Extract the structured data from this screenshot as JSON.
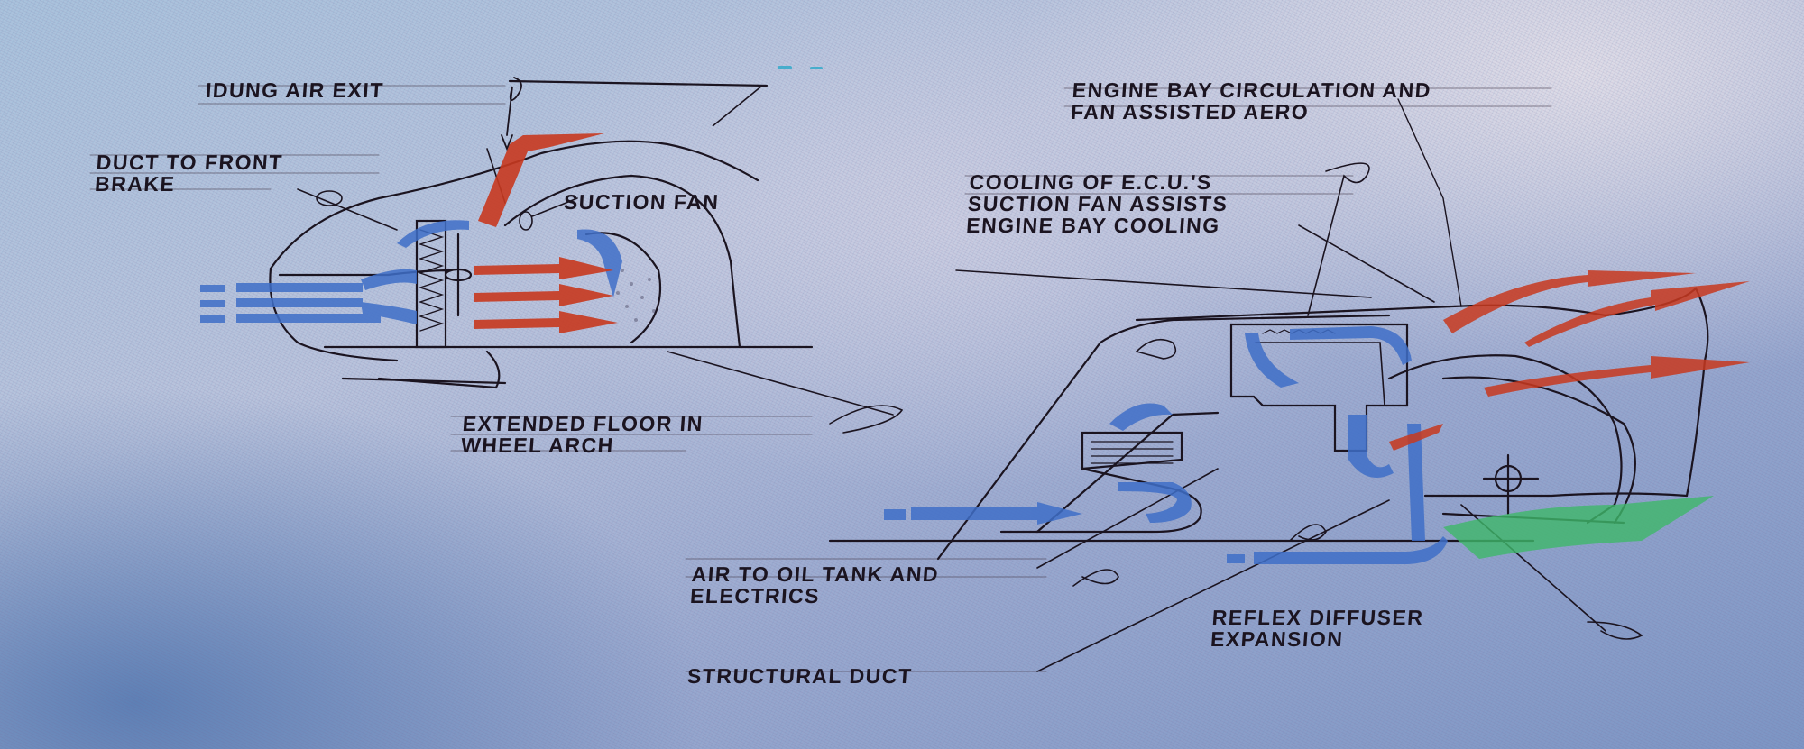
{
  "diagram": {
    "subject": "Race car aerodynamic airflow sketch",
    "colors": {
      "background_light": "#d8d6e4",
      "background_mid": "#a9b8d6",
      "background_dark": "#6f8cc2",
      "ink": "#1b1420",
      "cool_air": "#3f6fc8",
      "hot_air": "#c8391f",
      "diffuser_air": "#3fb86a"
    },
    "left_sketch": {
      "title": "Front section",
      "labels": {
        "cooling_air_exit": "IDUNG AIR EXIT",
        "duct_front_brake_line1": "DUCT TO FRONT",
        "duct_front_brake_line2": "BRAKE",
        "suction_fan": "SUCTION FAN",
        "extended_floor_line1": "EXTENDED FLOOR IN",
        "extended_floor_line2": "WHEEL ARCH"
      }
    },
    "right_sketch": {
      "labels": {
        "heading_line1": "ENGINE BAY CIRCULATION AND",
        "heading_line2": "FAN ASSISTED AERO",
        "ecu_line1": "COOLING OF E.C.U.'S",
        "ecu_line2": "SUCTION FAN ASSISTS",
        "ecu_line3": "ENGINE BAY COOLING",
        "oil_tank_line1": "AIR TO OIL TANK AND",
        "oil_tank_line2": "ELECTRICS",
        "structural_duct": "STRUCTURAL DUCT",
        "reflex_line1": "REFLEX DIFFUSER",
        "reflex_line2": "EXPANSION"
      }
    }
  }
}
